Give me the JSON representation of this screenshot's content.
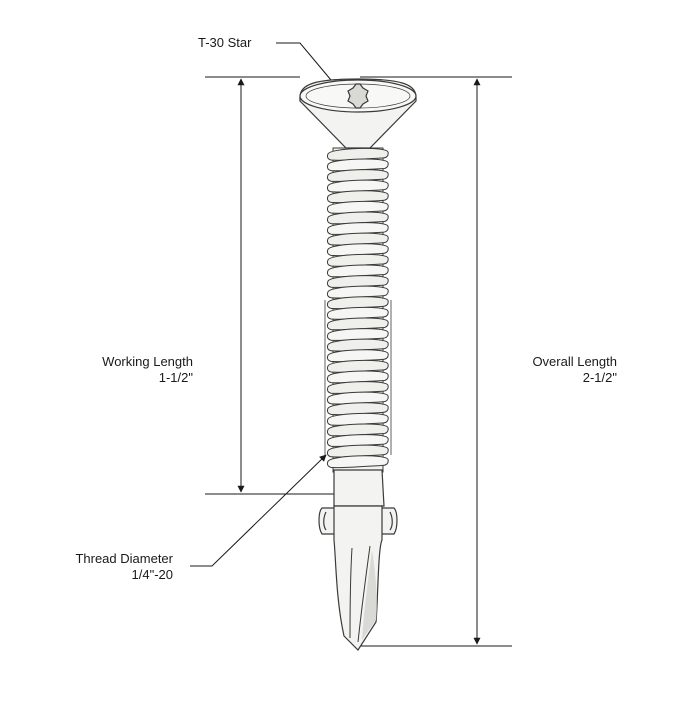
{
  "labels": {
    "drive": "T-30 Star",
    "working_length": {
      "name": "Working Length",
      "value": "1-1/2\""
    },
    "overall_length": {
      "name": "Overall Length",
      "value": "2-1/2\""
    },
    "thread_diameter": {
      "name": "Thread Diameter",
      "value": "1/4\"-20"
    }
  },
  "colors": {
    "line": "#1a1a1a",
    "screw_fill": "#f3f3f1",
    "screw_stroke": "#3a3a3a",
    "shade": "#d9d9d6"
  }
}
